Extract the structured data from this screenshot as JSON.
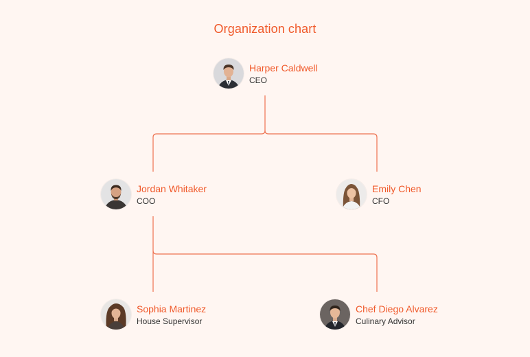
{
  "chart": {
    "title": "Organization chart"
  },
  "colors": {
    "background": "#FFF6F2",
    "accent": "#F0592A",
    "connector": "#EE7250",
    "role_text": "#333333"
  },
  "nodes": {
    "ceo": {
      "name": "Harper Caldwell",
      "role": "CEO",
      "avatar_icon": "man-suit-avatar-icon"
    },
    "coo": {
      "name": "Jordan Whitaker",
      "role": "COO",
      "avatar_icon": "man-beard-avatar-icon"
    },
    "cfo": {
      "name": "Emily Chen",
      "role": "CFO",
      "avatar_icon": "woman-avatar-icon"
    },
    "house_supervisor": {
      "name": "Sophia Martinez",
      "role": "House Supervisor",
      "avatar_icon": "woman-curly-avatar-icon"
    },
    "culinary_advisor": {
      "name": "Chef Diego Alvarez",
      "role": "Culinary Advisor",
      "avatar_icon": "man-suit-avatar-icon"
    }
  }
}
